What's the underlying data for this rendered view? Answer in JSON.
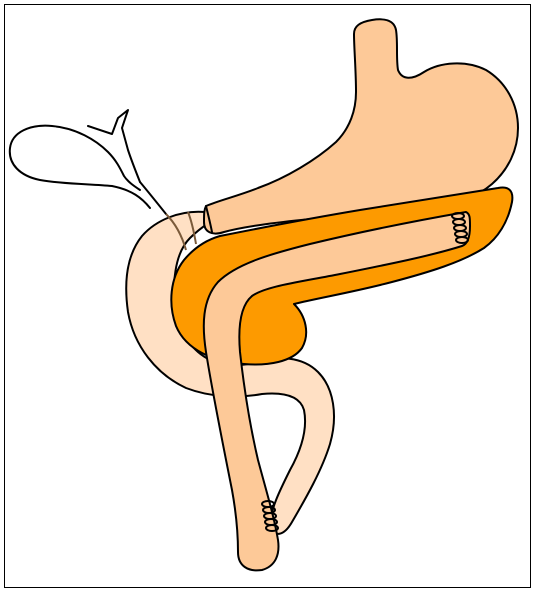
{
  "colors": {
    "stomach": "#fdc998",
    "pancreas": "#fd9a00",
    "duodenum": "#ffe0c4",
    "jejunum_limb": "#fdc998",
    "outline": "#000000",
    "staples": "#000000"
  },
  "figure": {
    "structures": [
      "gallbladder",
      "bile-duct",
      "stomach",
      "pancreas",
      "duodenum",
      "jejunal-limb",
      "pancreatic-anastomosis-staples",
      "enteric-anastomosis-staples"
    ]
  }
}
